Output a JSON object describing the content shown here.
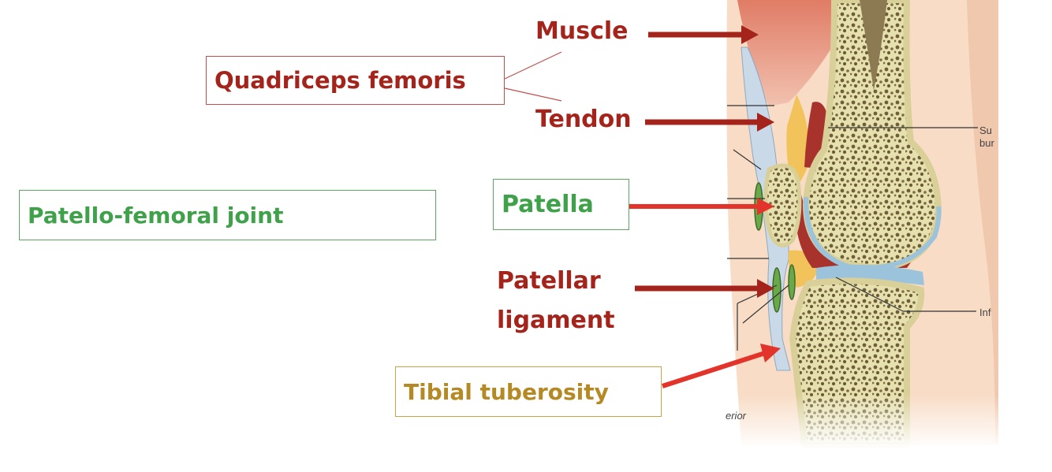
{
  "labels": {
    "quadriceps": "Quadriceps femoris",
    "muscle": "Muscle",
    "tendon": "Tendon",
    "patello_femoral": "Patello-femoral joint",
    "patella": "Patella",
    "patellar_line1": "Patellar",
    "patellar_line2": "ligament",
    "tibial": "Tibial tuberosity"
  },
  "cropped_labels": {
    "sup_line1": "Su",
    "sup_line2": "bur",
    "inf": "Inf",
    "anterior_fragment": "erior"
  },
  "colors": {
    "dark_red_text": "#a4241c",
    "green_text": "#3fa24a",
    "gold_text": "#b58a25",
    "arrow_dark_red": "#a4241c",
    "arrow_bright_red": "#e2342a",
    "skin": "#f7dcc4",
    "bone": "#e9e3b6",
    "tendon": "#c5d6e6",
    "muscle": "#e39a84",
    "fat": "#f2c457",
    "synovial": "#a8322c",
    "cartilage": "#9cc3dc"
  }
}
